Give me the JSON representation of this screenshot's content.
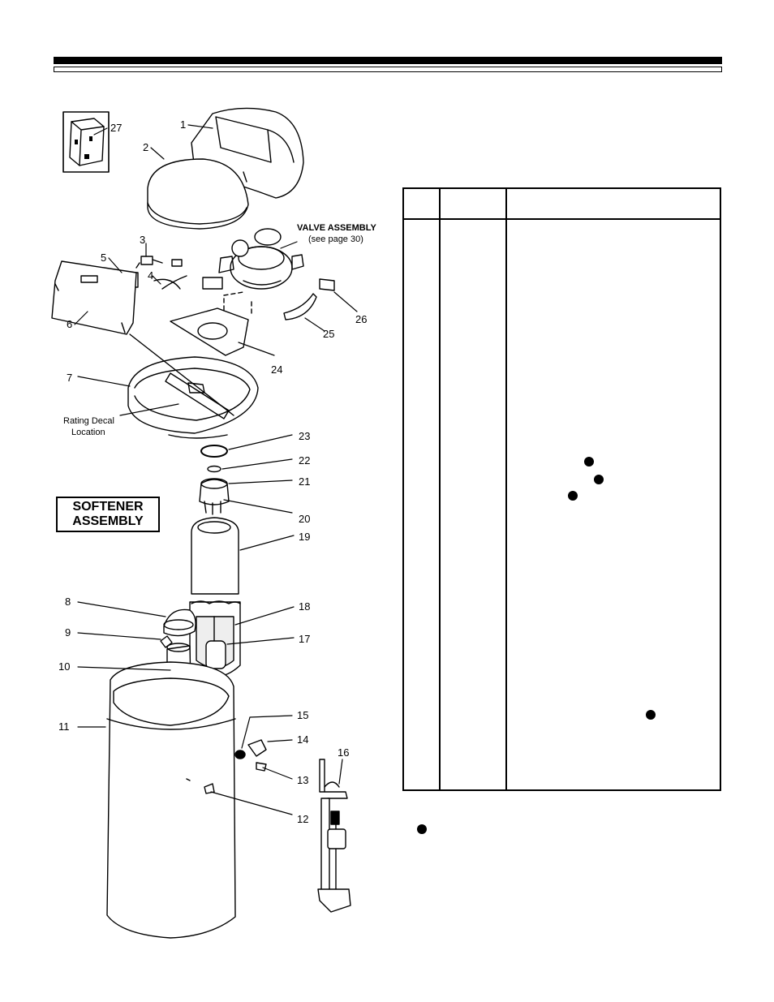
{
  "header": {
    "title": ""
  },
  "diagram": {
    "title_line1": "SOFTENER",
    "title_line2": "ASSEMBLY",
    "valve_label_line1": "VALVE ASSEMBLY",
    "valve_label_line2": "(see page 30)",
    "rating_label_line1": "Rating Decal",
    "rating_label_line2": "Location",
    "callouts": {
      "c1": "1",
      "c2": "2",
      "c3": "3",
      "c4": "4",
      "c5": "5",
      "c6": "6",
      "c7": "7",
      "c8": "8",
      "c9": "9",
      "c10": "10",
      "c11": "11",
      "c12": "12",
      "c13": "13",
      "c14": "14",
      "c15": "15",
      "c16": "16",
      "c17": "17",
      "c18": "18",
      "c19": "19",
      "c20": "20",
      "c21": "21",
      "c22": "22",
      "c23": "23",
      "c24": "24",
      "c25": "25",
      "c26": "26",
      "c27": "27"
    }
  },
  "parts_table": {
    "col_key": "",
    "col_part": "",
    "col_desc": ""
  },
  "colors": {
    "ink": "#000000",
    "paper": "#ffffff"
  }
}
